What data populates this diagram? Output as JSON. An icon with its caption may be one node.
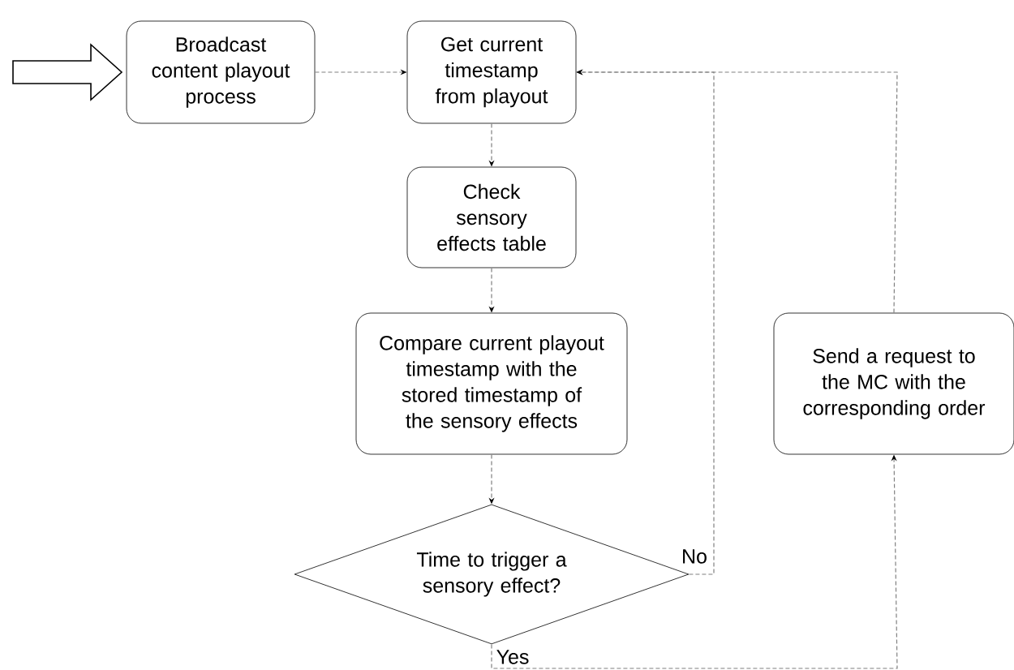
{
  "diagram": {
    "nodes": [
      {
        "text": [
          "Broadcast content playout process"
        ]
      },
      {
        "text": [
          "Get current timestamp from playout"
        ]
      },
      {
        "text": [
          "Check sensory effects table"
        ]
      },
      {
        "text": [
          "Compare current playout timestamp with the stored timestamp of the sensory effects"
        ]
      },
      {
        "text": [
          "Time to trigger a sensory effect?"
        ]
      },
      {
        "text": [
          "Send a request to the MC with the corresponding order"
        ]
      }
    ],
    "edges": [
      {
        "from": null,
        "to": 0,
        "arrow": "to",
        "style": "thick"
      },
      {
        "from": 0,
        "to": 1,
        "arrow": "to",
        "style": "dashed"
      },
      {
        "from": 1,
        "to": 2,
        "arrow": "to",
        "style": "dashed"
      },
      {
        "from": 2,
        "to": 3,
        "arrow": "to",
        "style": "dashed"
      },
      {
        "from": 3,
        "to": 4,
        "arrow": "to",
        "style": "dashed"
      },
      {
        "from": 4,
        "to": 1,
        "arrow": "to",
        "style": "dashed",
        "label": "No"
      },
      {
        "from": 4,
        "to": 5,
        "arrow": "to",
        "style": "dashed",
        "label": "Yes"
      },
      {
        "from": 5,
        "to": 1,
        "arrow": "to",
        "style": "dashed"
      }
    ]
  }
}
